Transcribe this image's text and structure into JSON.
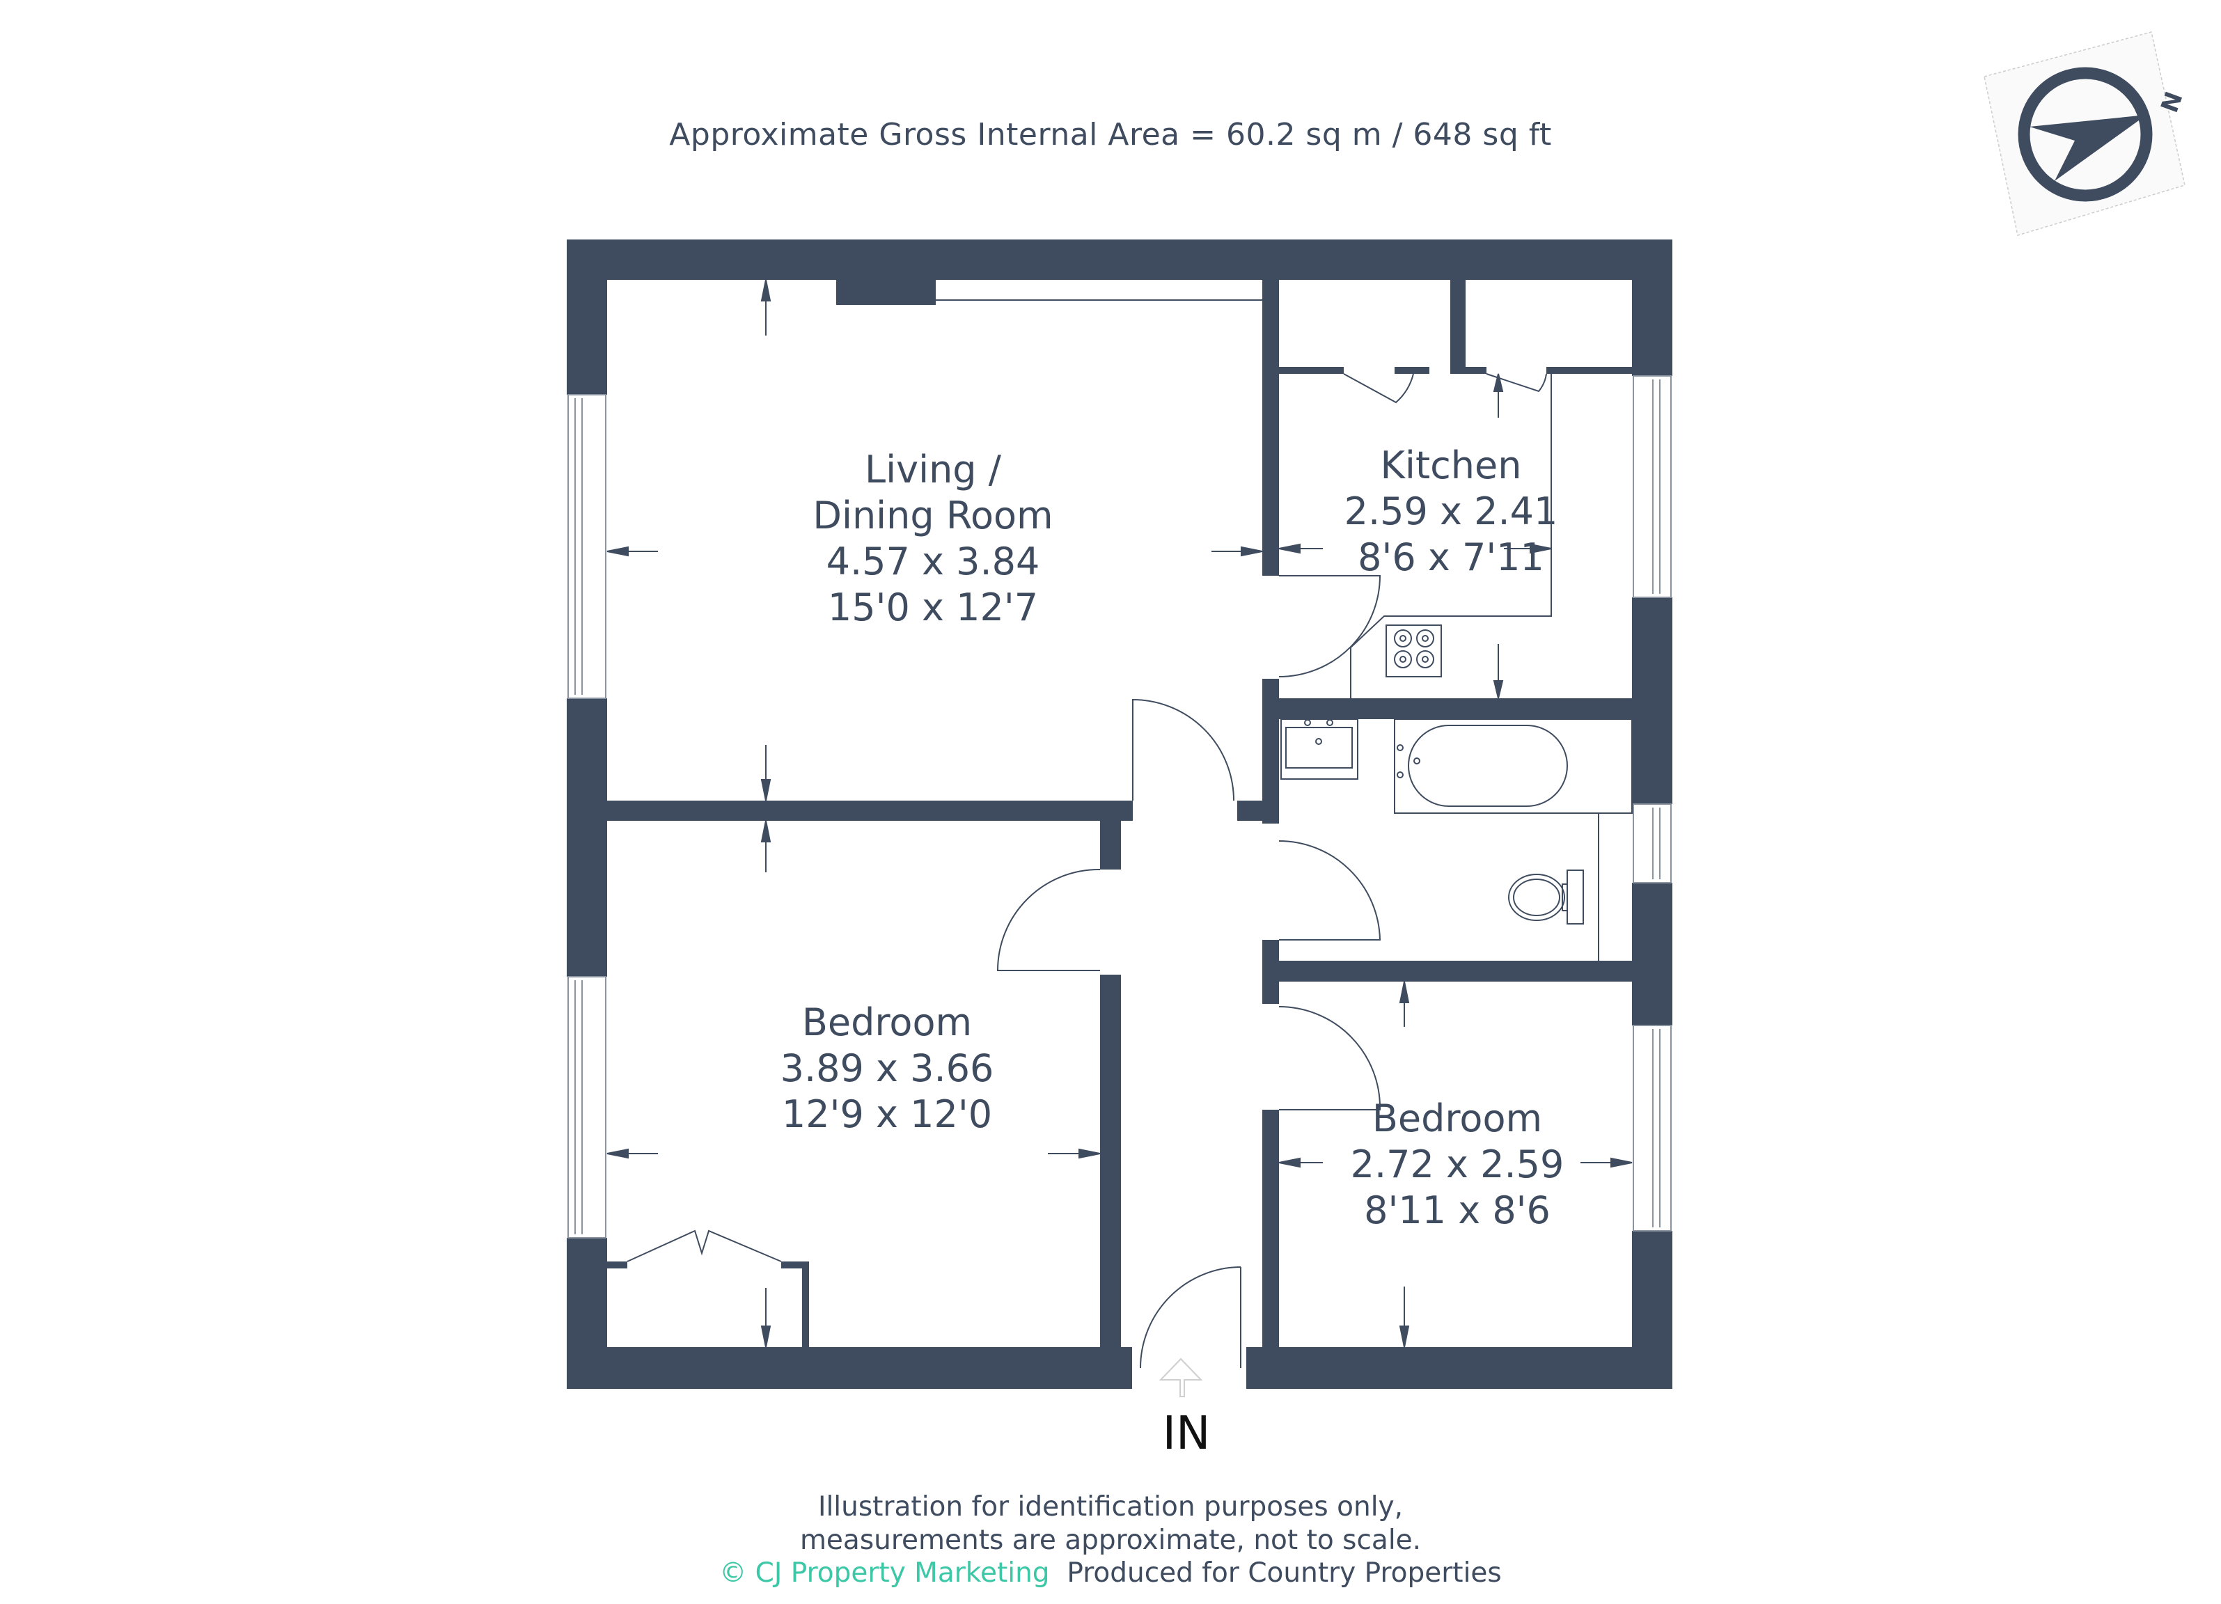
{
  "header": {
    "area_text": "Approximate Gross Internal Area = 60.2 sq m / 648 sq ft"
  },
  "compass": {
    "icon": "north-arrow-icon",
    "label": "N"
  },
  "rooms": [
    {
      "name_line1": "Living  /",
      "name_line2": "Dining Room",
      "metric": "4.57 x 3.84",
      "imperial": "15'0 x 12'7"
    },
    {
      "name": "Kitchen",
      "metric": "2.59 x 2.41",
      "imperial": "8'6 x 7'11"
    },
    {
      "name": "Bedroom",
      "metric": "3.89 x 3.66",
      "imperial": "12'9 x 12'0"
    },
    {
      "name": "Bedroom",
      "metric": "2.72 x 2.59",
      "imperial": "8'11 x 8'6"
    }
  ],
  "entrance": {
    "label": "IN",
    "icon": "entrance-arrow-icon"
  },
  "footer": {
    "line1": "Illustration for identification purposes only,",
    "line2": "measurements are approximate, not to scale.",
    "brand": "© CJ Property Marketing",
    "produced_for": "Produced for Country Properties"
  },
  "colors": {
    "wall": "#3f4c5f",
    "brand": "#3cc7a6",
    "text": "#3f4c5f"
  }
}
